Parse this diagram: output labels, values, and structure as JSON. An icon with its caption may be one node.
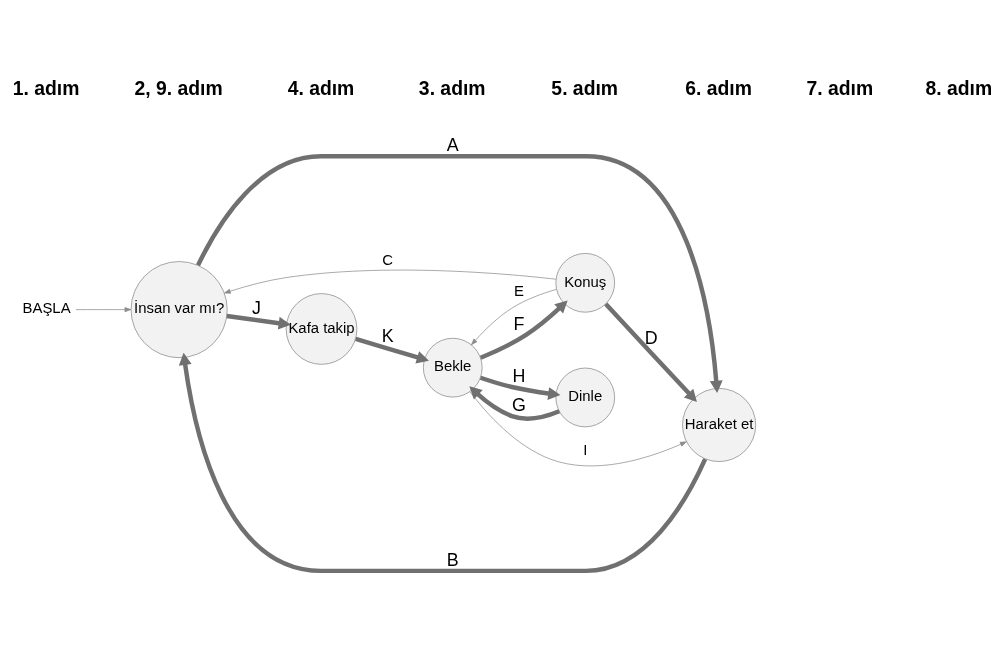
{
  "diagram": {
    "nodes": [
      {
        "text": [
          "BAŞLA"
        ]
      },
      {
        "text": [
          "İnsan var mı?"
        ]
      },
      {
        "text": [
          "Haraket et"
        ]
      },
      {
        "text": [
          "Kafa takip"
        ]
      },
      {
        "text": [
          "Bekle"
        ]
      },
      {
        "text": [
          "Dinle"
        ]
      },
      {
        "text": [
          "Konuş"
        ]
      }
    ],
    "edges": [
      {
        "from": 0,
        "to": 1,
        "arrow": "to",
        "color": "#8c8c8c"
      },
      {
        "from": 1,
        "to": 2,
        "arrow": "to",
        "label": "A"
      },
      {
        "from": 2,
        "to": 1,
        "arrow": "to",
        "label": "B"
      },
      {
        "from": 1,
        "to": 3,
        "arrow": "to",
        "label": "J"
      },
      {
        "from": 3,
        "to": 4,
        "arrow": "to",
        "label": "K"
      },
      {
        "from": 4,
        "to": 2,
        "arrow": "to",
        "label": "I",
        "color": "#8c8c8c"
      },
      {
        "from": 6,
        "to": 4,
        "arrow": "to",
        "label": "E",
        "color": "#8c8c8c"
      },
      {
        "from": 4,
        "to": 5,
        "arrow": "to",
        "label": "H"
      },
      {
        "from": 5,
        "to": 4,
        "arrow": "to",
        "label": "G"
      },
      {
        "from": 4,
        "to": 6,
        "arrow": "to",
        "label": "F"
      },
      {
        "from": 6,
        "to": 1,
        "arrow": "to",
        "label": "C",
        "color": "#8c8c8c"
      },
      {
        "from": 6,
        "to": 2,
        "arrow": "to",
        "label": "D"
      }
    ],
    "labels": [
      "1. adım",
      "2, 9. adım",
      "4. adım",
      "3. adım",
      "5. adım",
      "6. adım",
      "7. adım",
      "8. adım"
    ]
  }
}
